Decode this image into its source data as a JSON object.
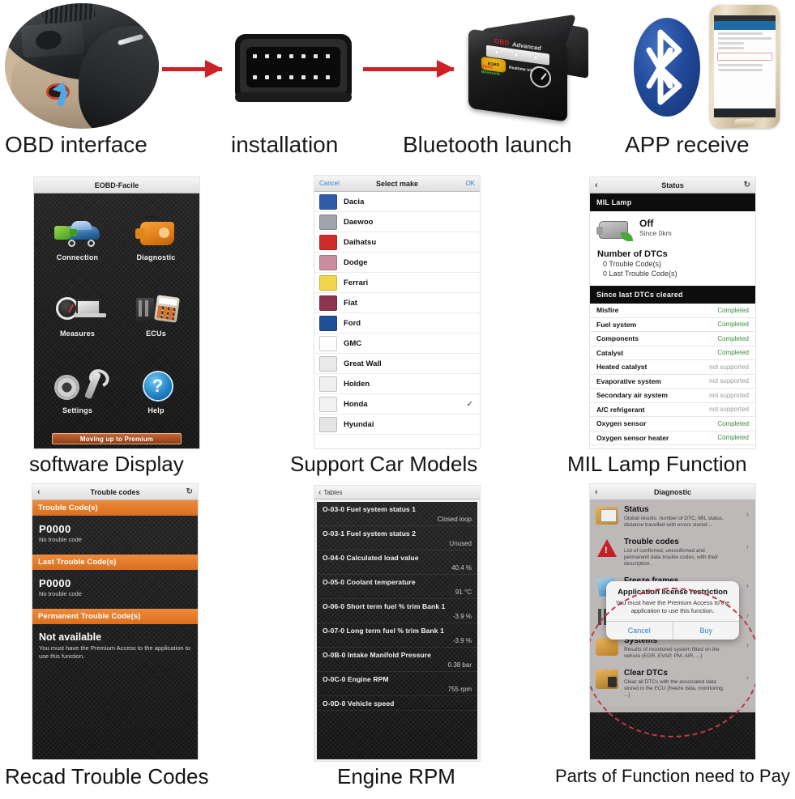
{
  "hero": {
    "steps": [
      {
        "caption": "OBD interface",
        "icon": "car-dashboard-obd-port-photo"
      },
      {
        "caption": "installation",
        "icon": "obd2-connector-photo"
      },
      {
        "caption": "Bluetooth launch",
        "icon": "elm327-bluetooth-dongle-photo"
      },
      {
        "caption": "APP receive",
        "icon": "smartphone-bluetooth-pairing-photo"
      }
    ],
    "dongle_label": {
      "brand": "OBD",
      "brand_suffix": "Advanced",
      "badge": "EOBD",
      "line_red": "OBDII",
      "line_green": "Bluetooth",
      "line_small": "Realtime Information"
    }
  },
  "panels": {
    "software": {
      "caption": "software Display",
      "title": "EOBD-Facile",
      "tiles": [
        {
          "label": "Connection",
          "icon": "car-plug-icon"
        },
        {
          "label": "Diagnostic",
          "icon": "engine-icon"
        },
        {
          "label": "Measures",
          "icon": "gauge-laptop-icon"
        },
        {
          "label": "ECUs",
          "icon": "circuit-board-icon"
        },
        {
          "label": "Settings",
          "icon": "gear-wrench-icon"
        },
        {
          "label": "Help",
          "icon": "question-mark-icon"
        }
      ],
      "premium_button": "Moving up to Premium"
    },
    "makes": {
      "caption": "Support Car Models",
      "cancel": "Cancel",
      "title": "Select make",
      "ok": "OK",
      "checkmark": "✓",
      "items": [
        {
          "name": "Dacia",
          "color": "#2f5ba8",
          "selected": false
        },
        {
          "name": "Daewoo",
          "color": "#9fa4ab",
          "selected": false
        },
        {
          "name": "Daihatsu",
          "color": "#cf2b2b",
          "selected": false
        },
        {
          "name": "Dodge",
          "color": "#c98da0",
          "selected": false
        },
        {
          "name": "Ferrari",
          "color": "#f0d64a",
          "selected": false
        },
        {
          "name": "Fiat",
          "color": "#8e3350",
          "selected": false
        },
        {
          "name": "Ford",
          "color": "#1f4f94",
          "selected": false
        },
        {
          "name": "GMC",
          "color": "#ffffff",
          "selected": false
        },
        {
          "name": "Great Wall",
          "color": "#e9e9e9",
          "selected": false
        },
        {
          "name": "Holden",
          "color": "#efefef",
          "selected": false
        },
        {
          "name": "Honda",
          "color": "#f2f2f2",
          "selected": true
        },
        {
          "name": "Hyundai",
          "color": "#e4e4e4",
          "selected": false
        }
      ]
    },
    "mil": {
      "caption": "MIL Lamp Function",
      "title": "Status",
      "back_icon": "‹",
      "refresh_icon": "↻",
      "section_mil": "MIL Lamp",
      "lamp_state": "Off",
      "lamp_since": "Since 0km",
      "dtc_heading": "Number of DTCs",
      "dtc_lines": [
        "0 Trouble Code(s)",
        "0 Last Trouble Code(s)"
      ],
      "section_cleared": "Since last DTCs cleared",
      "checks": [
        {
          "name": "Misfire",
          "value": "Completed",
          "state": "ok"
        },
        {
          "name": "Fuel system",
          "value": "Completed",
          "state": "ok"
        },
        {
          "name": "Components",
          "value": "Completed",
          "state": "ok"
        },
        {
          "name": "Catalyst",
          "value": "Completed",
          "state": "ok"
        },
        {
          "name": "Heated catalyst",
          "value": "not supported",
          "state": "ns"
        },
        {
          "name": "Evaporative system",
          "value": "not supported",
          "state": "ns"
        },
        {
          "name": "Secondary air system",
          "value": "not supported",
          "state": "ns"
        },
        {
          "name": "A/C refrigerant",
          "value": "not supported",
          "state": "ns"
        },
        {
          "name": "Oxygen sensor",
          "value": "Completed",
          "state": "ok"
        },
        {
          "name": "Oxygen sensor heater",
          "value": "Completed",
          "state": "ok"
        }
      ]
    },
    "trouble": {
      "caption": "Recad Trouble Codes",
      "title": "Trouble codes",
      "back_icon": "‹",
      "refresh_icon": "↻",
      "sections": [
        {
          "header": "Trouble Code(s)",
          "code": "P0000",
          "note": "No trouble code"
        },
        {
          "header": "Last Trouble Code(s)",
          "code": "P0000",
          "note": "No trouble code"
        }
      ],
      "permanent_header": "Permanent Trouble Code(s)",
      "permanent_state": "Not available",
      "permanent_note": "You must have the Premium Access to the application to use this function."
    },
    "tables": {
      "caption": "Engine RPM",
      "back_label": "Tables",
      "back_icon": "‹",
      "rows": [
        {
          "pid": "O-03-0 Fuel system status 1",
          "value": "Closed loop"
        },
        {
          "pid": "O-03-1 Fuel system status 2",
          "value": "Unused"
        },
        {
          "pid": "O-04-0 Calculated load value",
          "value": "40.4 %"
        },
        {
          "pid": "O-05-0 Coolant temperature",
          "value": "91 °C"
        },
        {
          "pid": "O-06-0 Short term fuel % trim Bank 1",
          "value": "-3.9 %"
        },
        {
          "pid": "O-07-0 Long term fuel % trim Bank 1",
          "value": "-3.9 %"
        },
        {
          "pid": "O-0B-0 Intake Manifold Pressure",
          "value": "0.38 bar"
        },
        {
          "pid": "O-0C-0 Engine RPM",
          "value": "755 rpm"
        },
        {
          "pid": "O-0D-0 Vehicle speed",
          "value": ""
        }
      ]
    },
    "diagnostic": {
      "caption": "Parts of Function need to Pay",
      "title": "Diagnostic",
      "back_icon": "‹",
      "chevron_icon": "›",
      "items": [
        {
          "title": "Status",
          "desc": "Global results: number of DTC, MIL status, distance travelled with errors stored...",
          "icon": "status-folder-icon"
        },
        {
          "title": "Trouble codes",
          "desc": "List of confirmed, unconfirmed and permanent data trouble codes, with their description.",
          "icon": "warning-triangle-icon"
        },
        {
          "title": "Freeze frames",
          "desc": "",
          "icon": "snowflake-icon"
        },
        {
          "title": "",
          "desc": "",
          "icon": "bar-chart-icon"
        },
        {
          "title": "Systems",
          "desc": "Results of monitored system fitted on the vehicle (EGR, EVAP, PM, AIR, ...)",
          "icon": "systems-icon"
        },
        {
          "title": "Clear DTCs",
          "desc": "Clear all DTCs with the associated data stored in the ECU (freeze data, monitoring, ...)",
          "icon": "clear-dtc-icon"
        }
      ],
      "dialog": {
        "title": "Application license restriction",
        "message": "You must have the Premium Access to the application to use this function.",
        "cancel": "Cancel",
        "buy": "Buy"
      }
    }
  },
  "colors": {
    "arrow_red": "#cf2026",
    "orange_header": "#e07b24",
    "bluetooth_blue": "#234b9c",
    "ok_green": "#3b8c3b",
    "not_supported_gray": "#9a9a9a",
    "annotation_red": "#c0394a",
    "ios_blue": "#2f7fd1"
  }
}
